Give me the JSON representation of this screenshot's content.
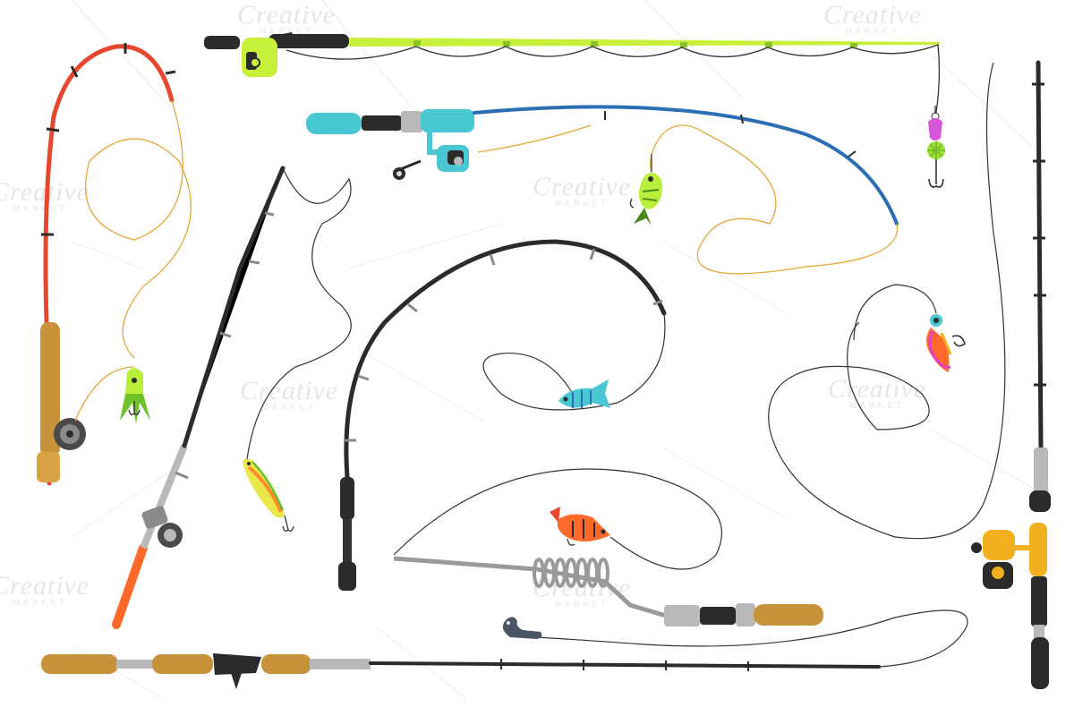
{
  "image": {
    "subject": "fishing rods, reels, lines and lures on white background",
    "background": "#ffffff",
    "watermark": {
      "brand": "Creative",
      "sub": "MARKET",
      "color": "#e6e6e6"
    },
    "colors": {
      "rod_dark": "#2b2b2b",
      "cork": "#c8923a",
      "red_rod": "#e8472f",
      "lime_rod": "#c7f03a",
      "blue_rod": "#2a6fb3",
      "teal_reel": "#49c7d3",
      "yellow_reel": "#f2b01e",
      "orange_handle": "#ff6a2a",
      "line_gold": "#e3a93a",
      "line_dark": "#333333",
      "silver": "#b9b9b9"
    },
    "objects": [
      "fly-rod-red",
      "spinning-rod-lime",
      "spinning-rod-blue",
      "telescopic-rod-orange",
      "curved-rod-black",
      "casting-rod-horizontal",
      "vertical-rod-yellow-reel",
      "spring-feeder-rod",
      "lure-frog",
      "lure-spinner-pink",
      "lure-yellow-fish",
      "lure-minnow",
      "lure-blue-fish",
      "lure-red-fish",
      "lure-feather-jig",
      "lure-worm"
    ]
  }
}
